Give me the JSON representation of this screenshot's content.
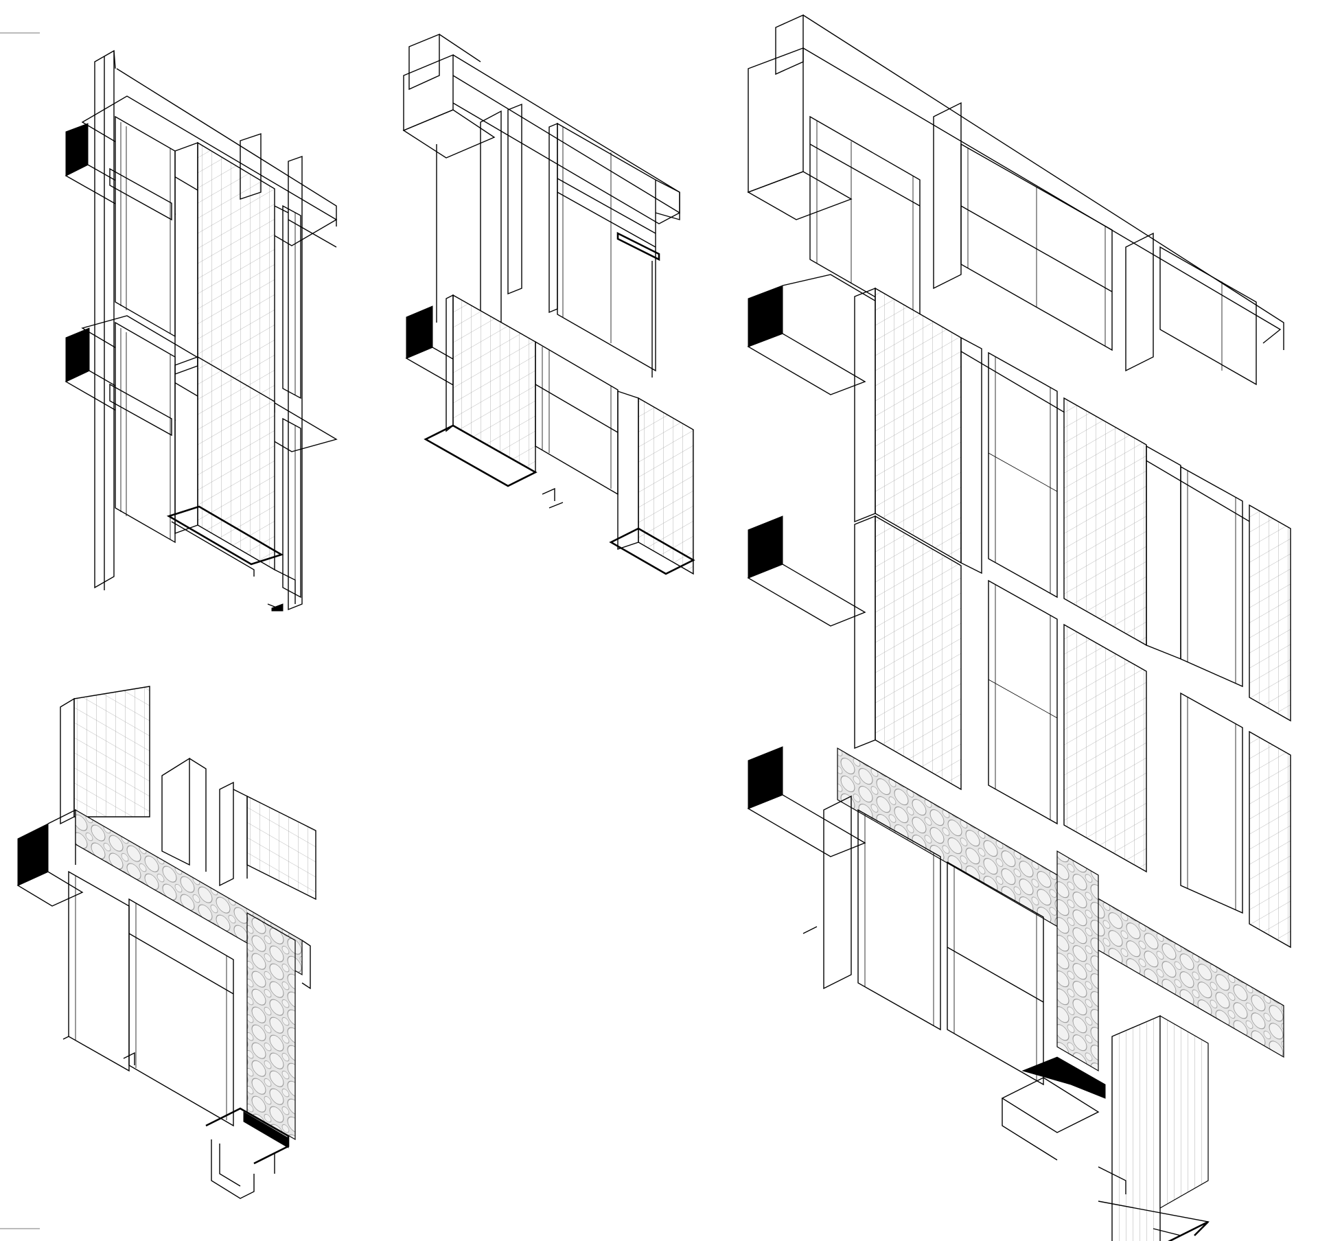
{
  "drawing": {
    "kind": "isometric facade section details",
    "colors": {
      "line": "#000000",
      "grid": "#9a9a9a",
      "background": "#ffffff",
      "pattern": "#8a8a8a",
      "cut_fill": "#000000"
    },
    "views": [
      {
        "id": "typical-bay-upper",
        "label": ""
      },
      {
        "id": "window-bay-upper",
        "label": ""
      },
      {
        "id": "full-facade-assembly",
        "label": ""
      },
      {
        "id": "base-storefront-detail",
        "label": ""
      }
    ]
  }
}
